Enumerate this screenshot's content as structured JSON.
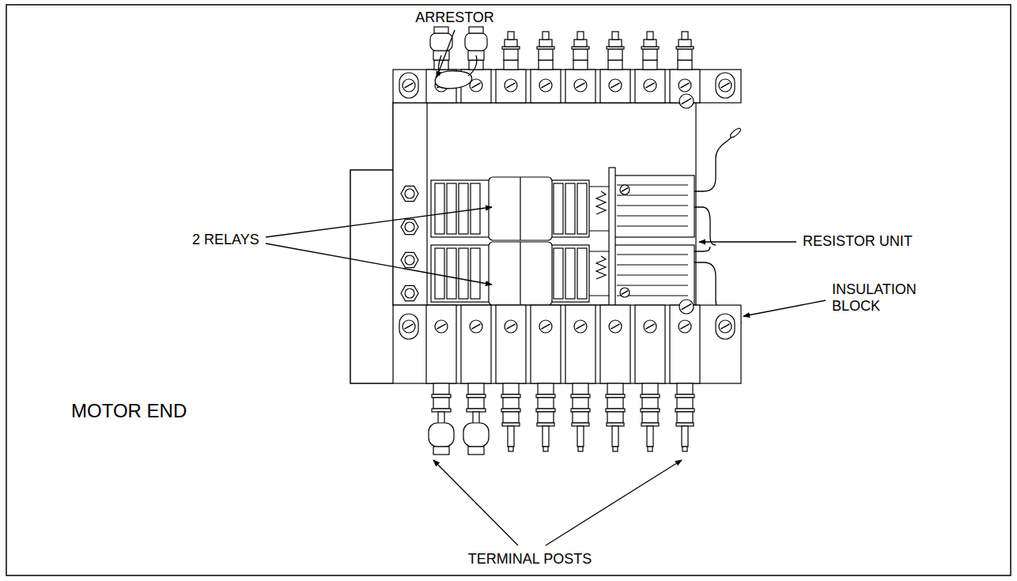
{
  "diagram": {
    "labels": [
      "ARRESTOR",
      "2 RELAYS",
      "RESISTOR UNIT",
      "INSULATION BLOCK",
      "MOTOR END",
      "TERMINAL POSTS"
    ]
  }
}
